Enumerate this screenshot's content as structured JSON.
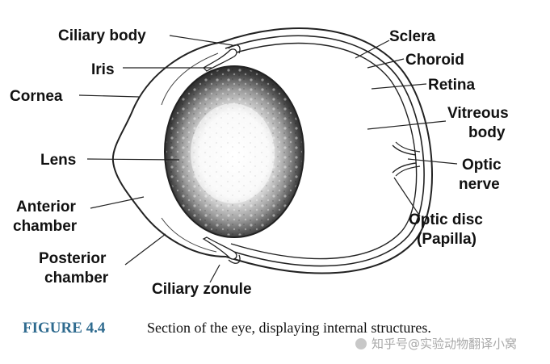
{
  "labels": {
    "ciliary_body": "Ciliary body",
    "iris": "Iris",
    "cornea": "Cornea",
    "lens": "Lens",
    "anterior_chamber_1": "Anterior",
    "anterior_chamber_2": "chamber",
    "posterior_chamber_1": "Posterior",
    "posterior_chamber_2": "chamber",
    "ciliary_zonule": "Ciliary zonule",
    "sclera": "Sclera",
    "choroid": "Choroid",
    "retina": "Retina",
    "vitreous_body_1": "Vitreous",
    "vitreous_body_2": "body",
    "optic_nerve_1": "Optic",
    "optic_nerve_2": "nerve",
    "optic_disc_1": "Optic disc",
    "optic_disc_2": "(Papilla)"
  },
  "caption": {
    "figure": "FIGURE 4.4",
    "text": "Section of the eye, displaying internal structures."
  },
  "watermark": "知乎号@实验动物翻译小窝",
  "colors": {
    "caption_accent": "#2f6b8f",
    "line": "#222222"
  }
}
